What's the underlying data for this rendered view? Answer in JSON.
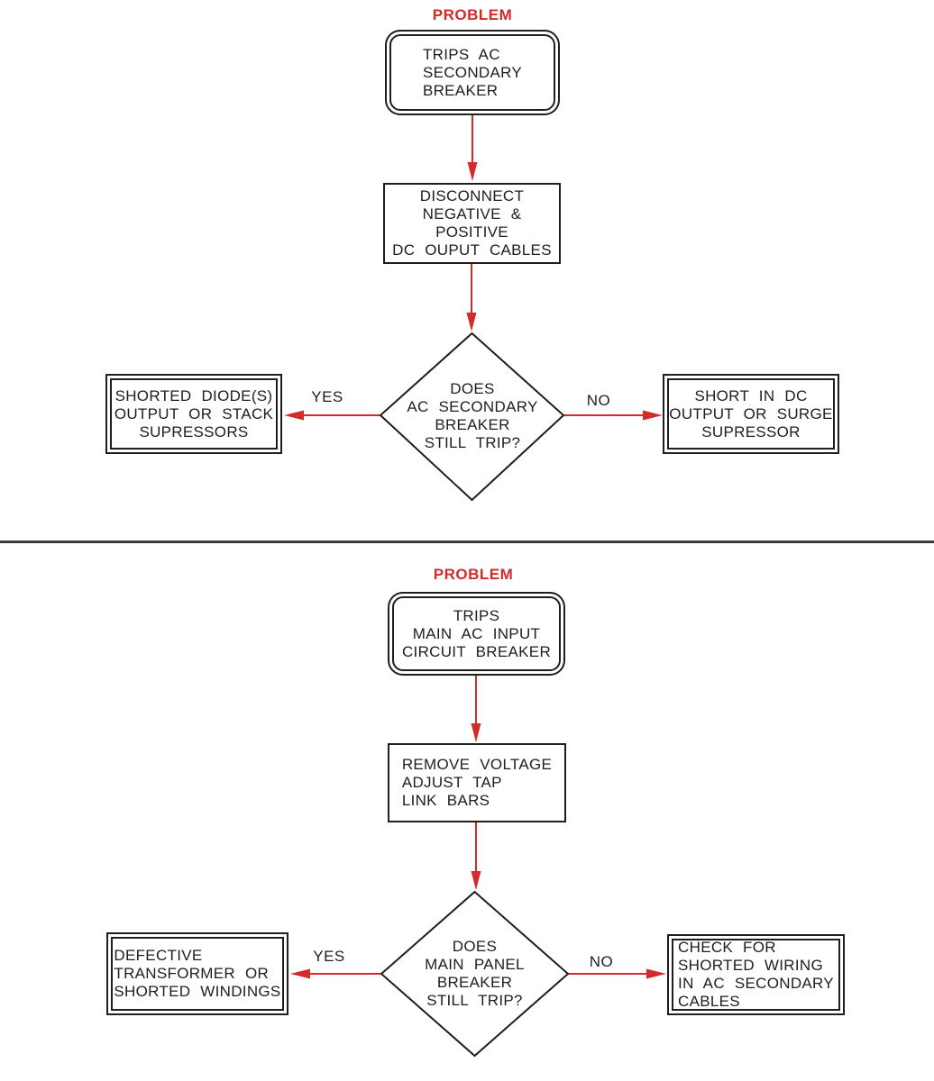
{
  "colors": {
    "red": "#d42a2a",
    "ink": "#1e1e1e",
    "divider": "#3c3c3c",
    "background": "#ffffff"
  },
  "charts": [
    {
      "problem_label": "PROBLEM",
      "start": {
        "text": "TRIPS AC\nSECONDARY\nBREAKER"
      },
      "process": {
        "text": "DISCONNECT\nNEGATIVE & POSITIVE\nDC OUPUT CABLES"
      },
      "decision": {
        "text": "DOES\nAC SECONDARY\nBREAKER\nSTILL TRIP?"
      },
      "yes_label": "YES",
      "no_label": "NO",
      "yes_result": {
        "text": "SHORTED DIODE(S)\nOUTPUT OR STACK\nSUPRESSORS"
      },
      "no_result": {
        "text": "SHORT IN DC\nOUTPUT OR SURGE\nSUPRESSOR"
      }
    },
    {
      "problem_label": "PROBLEM",
      "start": {
        "text": "TRIPS\nMAIN AC INPUT\nCIRCUIT BREAKER"
      },
      "process": {
        "text": "REMOVE VOLTAGE\nADJUST TAP\nLINK BARS"
      },
      "decision": {
        "text": "DOES\nMAIN PANEL\nBREAKER\nSTILL TRIP?"
      },
      "yes_label": "YES",
      "no_label": "NO",
      "yes_result": {
        "text": "DEFECTIVE\nTRANSFORMER OR\nSHORTED WINDINGS"
      },
      "no_result": {
        "text": "CHECK FOR\nSHORTED WIRING\nIN AC SECONDARY\nCABLES"
      }
    }
  ]
}
